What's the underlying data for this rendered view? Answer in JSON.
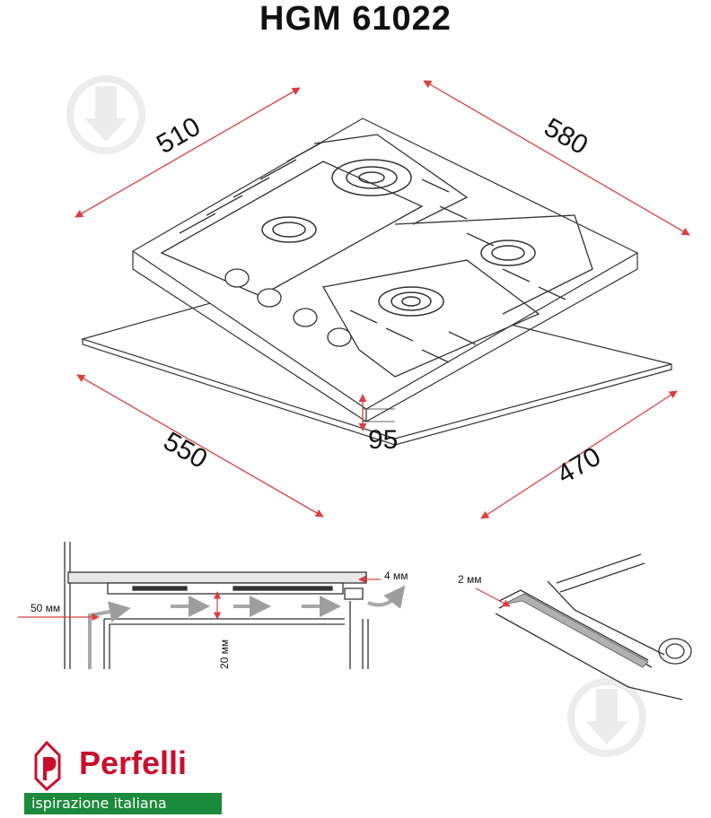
{
  "title": "HGM 61022",
  "dimensions": {
    "width_top": "510",
    "depth_top": "580",
    "cutout_width": "550",
    "cutout_depth": "470",
    "height": "95"
  },
  "installation": {
    "gap_side": "50 мм",
    "gap_below": "20 мм",
    "gap_front": "4 мм",
    "seal": "2 мм"
  },
  "brand": {
    "name": "Perfelli",
    "tagline": "ispirazione italiana",
    "color": "#c8102e",
    "tagline_bg": "#1c8a3c"
  },
  "colors": {
    "dimension_line": "#d94040",
    "outline": "#333333",
    "airflow": "#aaaaaa"
  }
}
